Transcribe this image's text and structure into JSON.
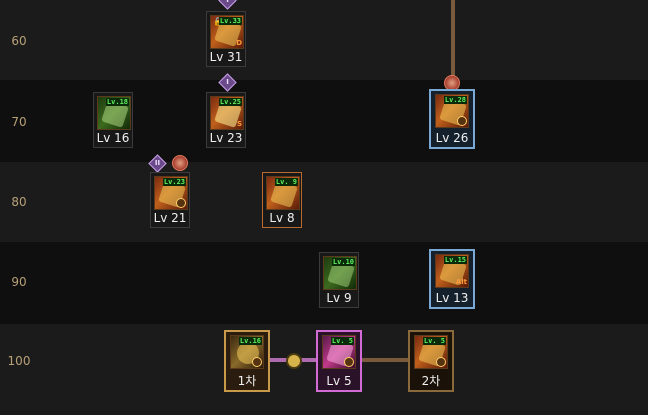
{
  "level_rows": [
    "60",
    "70",
    "80",
    "90",
    "100"
  ],
  "skills": {
    "s60_1": {
      "badge": "Lv.33",
      "label": "Lv 31",
      "mark": "D"
    },
    "s70_1": {
      "badge": "Lv.18",
      "label": "Lv 16"
    },
    "s70_2": {
      "badge": "Lv.25",
      "label": "Lv 23",
      "mark": "S"
    },
    "s70_3": {
      "badge": "Lv.28",
      "label": "Lv 26"
    },
    "s80_1": {
      "badge": "Lv.23",
      "label": "Lv 21"
    },
    "s80_2": {
      "badge": "Lv. 9",
      "label": "Lv 8"
    },
    "s90_1": {
      "badge": "Lv.10",
      "label": "Lv 9"
    },
    "s90_2": {
      "badge": "Lv.15",
      "label": "Lv 13",
      "mark": "Alt"
    },
    "s100_1": {
      "badge": "Lv.16",
      "label": "1차"
    },
    "s100_2": {
      "badge": "Lv. 5",
      "label": "Lv 5"
    },
    "s100_3": {
      "badge": "Lv. 5",
      "label": "2차"
    }
  },
  "requirement_marks": {
    "roman_1": "I",
    "roman_2": "II"
  },
  "colors": {
    "row_light": "#1b1b1b",
    "row_dark": "#0f0f0f",
    "level_text": "#b8a079",
    "badge_text": "#5ef05e",
    "link_line": "#7a5a3c",
    "awakening_line": "#b06ab0"
  }
}
